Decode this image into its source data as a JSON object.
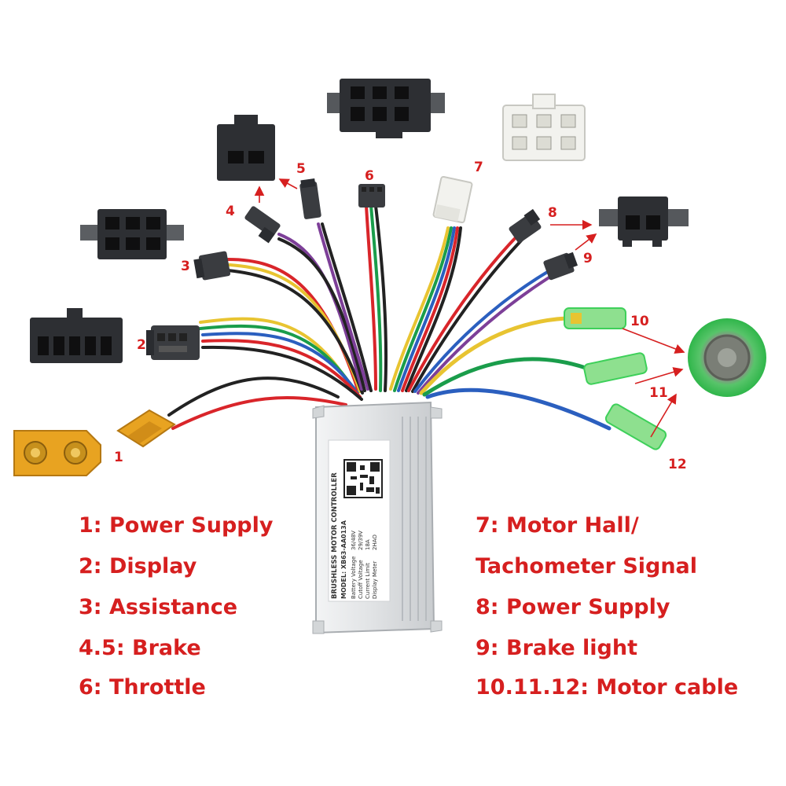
{
  "colors": {
    "accent": "#d61f1f",
    "connector": "#2d2f33",
    "xt60": "#e8a321",
    "hall_plug": "#f2f2ee",
    "motor_terminal": "#3ed05a",
    "controller": "#e4e6e8"
  },
  "callouts": [
    "1",
    "2",
    "3",
    "4",
    "5",
    "6",
    "7",
    "8",
    "9",
    "10",
    "11",
    "12"
  ],
  "controller_label": {
    "title": "BRUSHLESS MOTOR CONTROLLER",
    "model": "MODEL: XB63-AA013A",
    "specs": [
      {
        "name": "Battery Voltage",
        "value": "36/48V"
      },
      {
        "name": "Cutoff Voltage",
        "value": "29/39V"
      },
      {
        "name": "Current Limit",
        "value": "18A"
      },
      {
        "name": "Display Meter",
        "value": "2HAO"
      }
    ]
  },
  "legend_left": [
    "1: Power Supply",
    "2: Display",
    "3: Assistance",
    "4.5: Brake",
    "6: Throttle"
  ],
  "legend_right": [
    "7: Motor Hall/",
    "Tachometer Signal",
    "8: Power Supply",
    "9: Brake light",
    "10.11.12: Motor cable"
  ]
}
